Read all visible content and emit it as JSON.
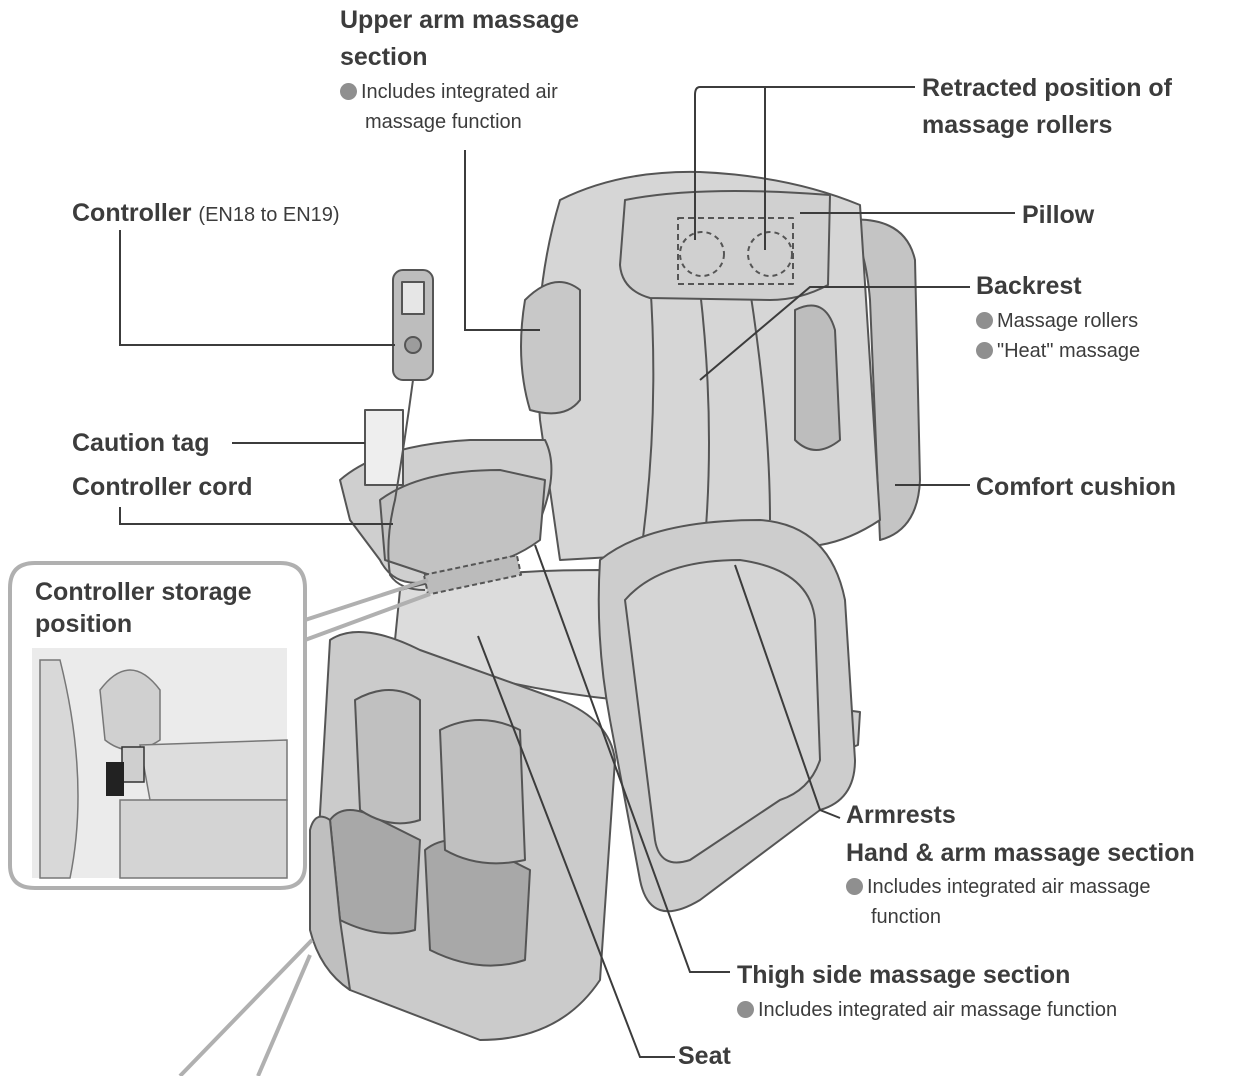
{
  "labels": {
    "upper_arm_title_1": "Upper arm massage",
    "upper_arm_title_2": "section",
    "upper_arm_note_1": "Includes integrated air",
    "upper_arm_note_2": "massage function",
    "retracted_1": "Retracted position of",
    "retracted_2": "massage rollers",
    "controller": "Controller",
    "controller_models": "(EN18 to EN19)",
    "pillow": "Pillow",
    "backrest": "Backrest",
    "backrest_note_1": "Massage rollers",
    "backrest_note_2": "\"Heat\" massage",
    "caution_tag": "Caution tag",
    "controller_cord": "Controller cord",
    "comfort_cushion": "Comfort cushion",
    "storage_1": "Controller storage",
    "storage_2": "position",
    "armrests": "Armrests",
    "hand_arm": "Hand & arm massage section",
    "hand_arm_note_1": "Includes integrated air massage",
    "hand_arm_note_2": "function",
    "thigh": "Thigh side massage section",
    "thigh_note": "Includes integrated air massage function",
    "seat": "Seat"
  },
  "colors": {
    "text": "#3c3c3c",
    "chair_fill": "#d9d9d9",
    "chair_stroke": "#555555",
    "bullet": "#8f8f8f",
    "inset_border": "#b0b0b0"
  },
  "icons": [
    "bullet-dot-icon",
    "massage-roller-dashed-icon",
    "remote-controller-icon"
  ]
}
